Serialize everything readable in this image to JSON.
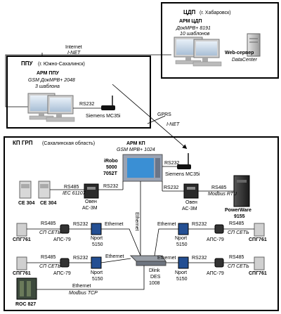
{
  "cdp": {
    "title": "ЦДП",
    "city": "(г. Хабаровск)",
    "arm_title": "АРМ ЦДП",
    "arm_sw": "ДокМРВ+ 8191",
    "arm_templates": "10 шаблонов",
    "web_title": "Web-сервер",
    "web_sub": "DataCenter"
  },
  "ppu": {
    "title": "ППУ",
    "city": "(г. Южно-Сахалинск)",
    "arm_title": "АРМ ППУ",
    "arm_sw": "GSM ДокМРВ+ 2048",
    "arm_templates": "3 шаблона",
    "rs232": "RS232",
    "modem": "Siemens MC35i"
  },
  "links": {
    "internet": "Internet",
    "i_net": "I-NET",
    "gprs": "GPRS",
    "i_net2": "I-NET"
  },
  "kp": {
    "title": "КП ГРП",
    "region": "(Сахалинская область)",
    "arm_title": "АРМ КП",
    "arm_sw": "GSM МРВ+ 1024",
    "irobo_1": "iRobo",
    "irobo_2": "5000",
    "irobo_3": "7052T",
    "rs232_top": "RS232",
    "modem": "Siemens MC35i",
    "rs485_left": "RS485",
    "iec": "IEC 61107",
    "rs232_left": "RS232",
    "ce304_a": "СЕ 304",
    "ce304_b": "СЕ 304",
    "oven_left_1": "Овен",
    "oven_left_2": "АС-3М",
    "rs232_right": "RS232",
    "rs485_right": "RS485",
    "modbus_rtu": "Modbus RTU",
    "oven_right_1": "Овен",
    "oven_right_2": "АС-3М",
    "pw_1": "PowerWare",
    "pw_2": "9155",
    "ethernet_vert": "Ethernet",
    "row1_left": {
      "rs485": "RS485",
      "sp": "СП СЕТЬ",
      "rs232": "RS232",
      "eth": "Ethernet",
      "device": "СПГ761",
      "aps": "АПС-79",
      "nport_1": "Nport",
      "nport_2": "5150"
    },
    "row1_right": {
      "eth": "Ethernet",
      "rs232": "RS232",
      "rs485": "RS485",
      "sp": "СП СЕТЬ",
      "nport_1": "Nport",
      "nport_2": "5150",
      "aps": "АПС-79",
      "device": "СПГ761"
    },
    "row2_left": {
      "rs485": "RS485",
      "sp": "СП СЕТЬ",
      "rs232": "RS232",
      "eth": "Ethernet",
      "device": "СПГ761",
      "aps": "АПС-79",
      "nport_1": "Nport",
      "nport_2": "5150"
    },
    "row2_right": {
      "eth": "Ethernet",
      "rs232": "RS232",
      "rs485": "RS485",
      "sp": "СП СЕТЬ",
      "nport_1": "Nport",
      "nport_2": "5150",
      "aps": "АПС-79",
      "device": "СПГ761"
    },
    "dlink_1": "Dlink",
    "dlink_2": "DES",
    "dlink_3": "1008",
    "roc_eth": "Ethernet",
    "roc_modbus": "Modbus TCP",
    "roc": "ROC 827"
  }
}
